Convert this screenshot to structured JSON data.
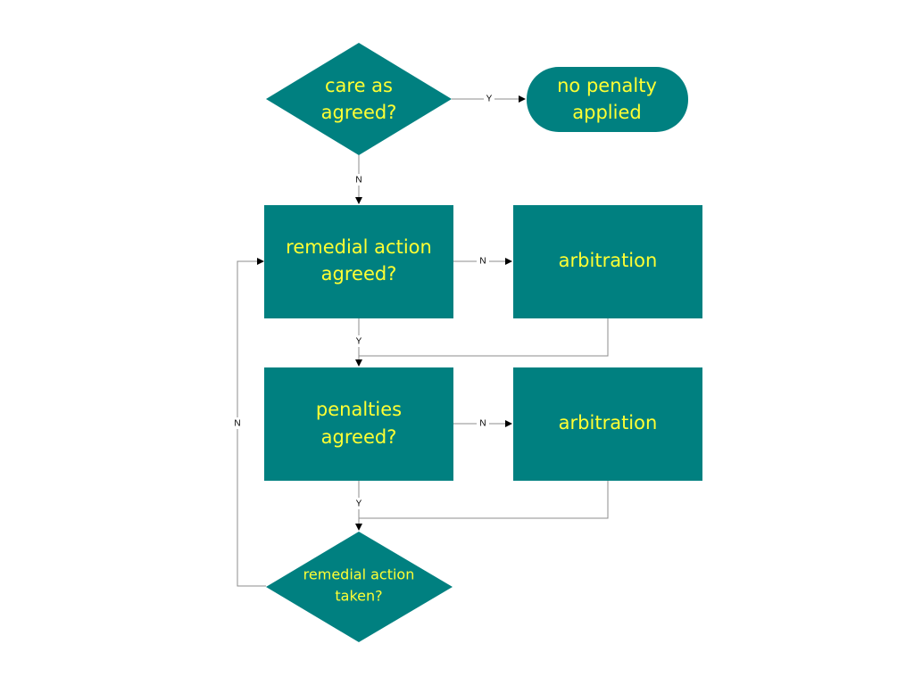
{
  "colors": {
    "node_fill": "#008080",
    "node_text": "#ffff33",
    "connector": "#8c8c8c",
    "arrowhead": "#000000"
  },
  "nodes": {
    "care_as_agreed": {
      "shape": "diamond",
      "line1": "care as",
      "line2": "agreed?"
    },
    "no_penalty": {
      "shape": "terminator",
      "line1": "no penalty",
      "line2": "applied"
    },
    "remedial_action_agreed": {
      "shape": "process",
      "line1": "remedial action",
      "line2": "agreed?"
    },
    "arbitration_1": {
      "shape": "process",
      "label": "arbitration"
    },
    "penalties_agreed": {
      "shape": "process",
      "line1": "penalties",
      "line2": "agreed?"
    },
    "arbitration_2": {
      "shape": "process",
      "label": "arbitration"
    },
    "remedial_action_taken": {
      "shape": "diamond",
      "line1": "remedial action",
      "line2": "taken?"
    }
  },
  "edges": {
    "care_to_no_penalty": "Y",
    "care_to_remedial": "N",
    "remedial_to_arbitration": "N",
    "remedial_to_penalties": "Y",
    "penalties_to_arbitration": "N",
    "penalties_to_taken": "Y",
    "taken_loop_back": "N"
  }
}
